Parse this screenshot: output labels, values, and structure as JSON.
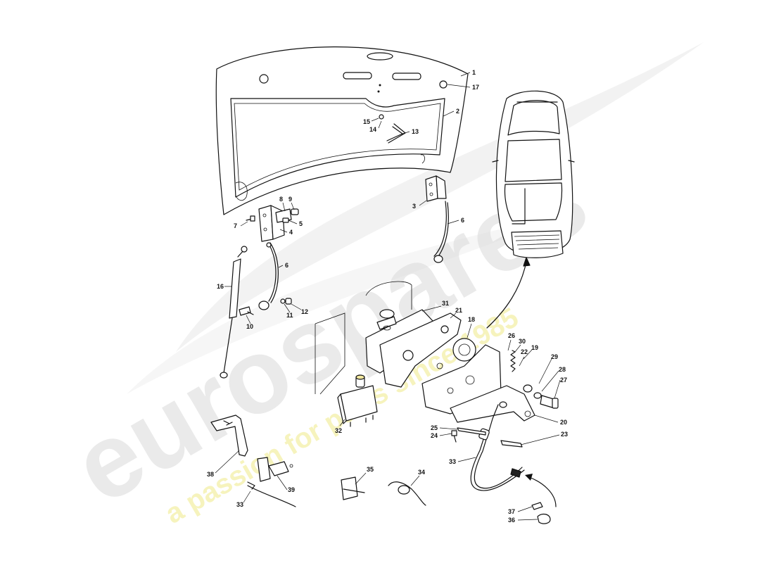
{
  "watermark": {
    "brand": "eurospares",
    "tagline": "a passion for parts since 1985",
    "brand_color": "#d9d9d9",
    "tagline_color": "#f3f0a8"
  },
  "callouts": [
    "1",
    "17",
    "2",
    "15",
    "14",
    "13",
    "8",
    "9",
    "7",
    "5",
    "4",
    "3",
    "6",
    "6",
    "16",
    "10",
    "11",
    "12",
    "31",
    "21",
    "18",
    "26",
    "30",
    "19",
    "22",
    "29",
    "28",
    "27",
    "20",
    "32",
    "25",
    "24",
    "23",
    "33",
    "38",
    "39",
    "33",
    "35",
    "34",
    "37",
    "36"
  ]
}
